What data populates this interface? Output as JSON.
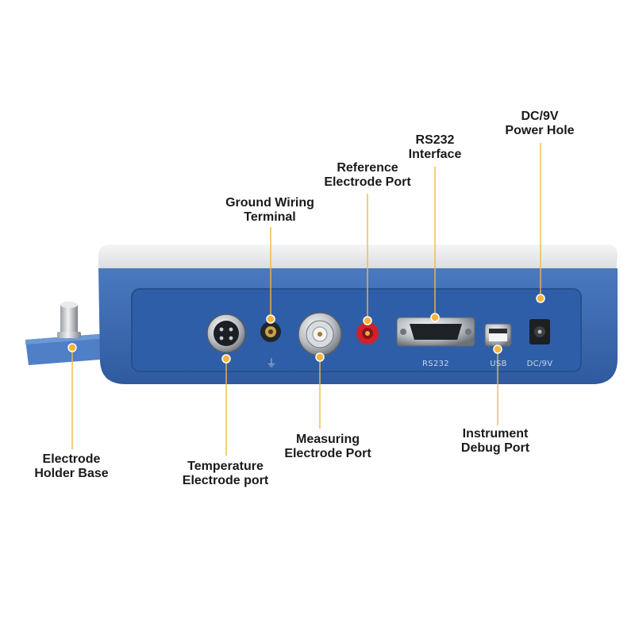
{
  "labels": {
    "dc_power": [
      "DC/9V",
      "Power Hole"
    ],
    "rs232": [
      "RS232",
      "Interface"
    ],
    "reference": [
      "Reference",
      "Electrode Port"
    ],
    "ground": [
      "Ground Wiring",
      "Terminal"
    ],
    "holder_base": [
      "Electrode",
      "Holder Base"
    ],
    "temperature": [
      "Temperature",
      "Electrode port"
    ],
    "measuring": [
      "Measuring",
      "Electrode Port"
    ],
    "debug": [
      "Instrument",
      "Debug Port"
    ]
  },
  "panel_markings": {
    "rs232": "RS232",
    "usb": "USB",
    "dc": "DC/9V",
    "ground_symbol": "⏚"
  },
  "colors": {
    "body_blue": "#3f6fb5",
    "panel_blue": "#2f5ea8",
    "lid_white": "#eceef0",
    "callout_line": "#f2b74a",
    "callout_dot": "#f5b43c",
    "red_terminal": "#d0212a"
  }
}
